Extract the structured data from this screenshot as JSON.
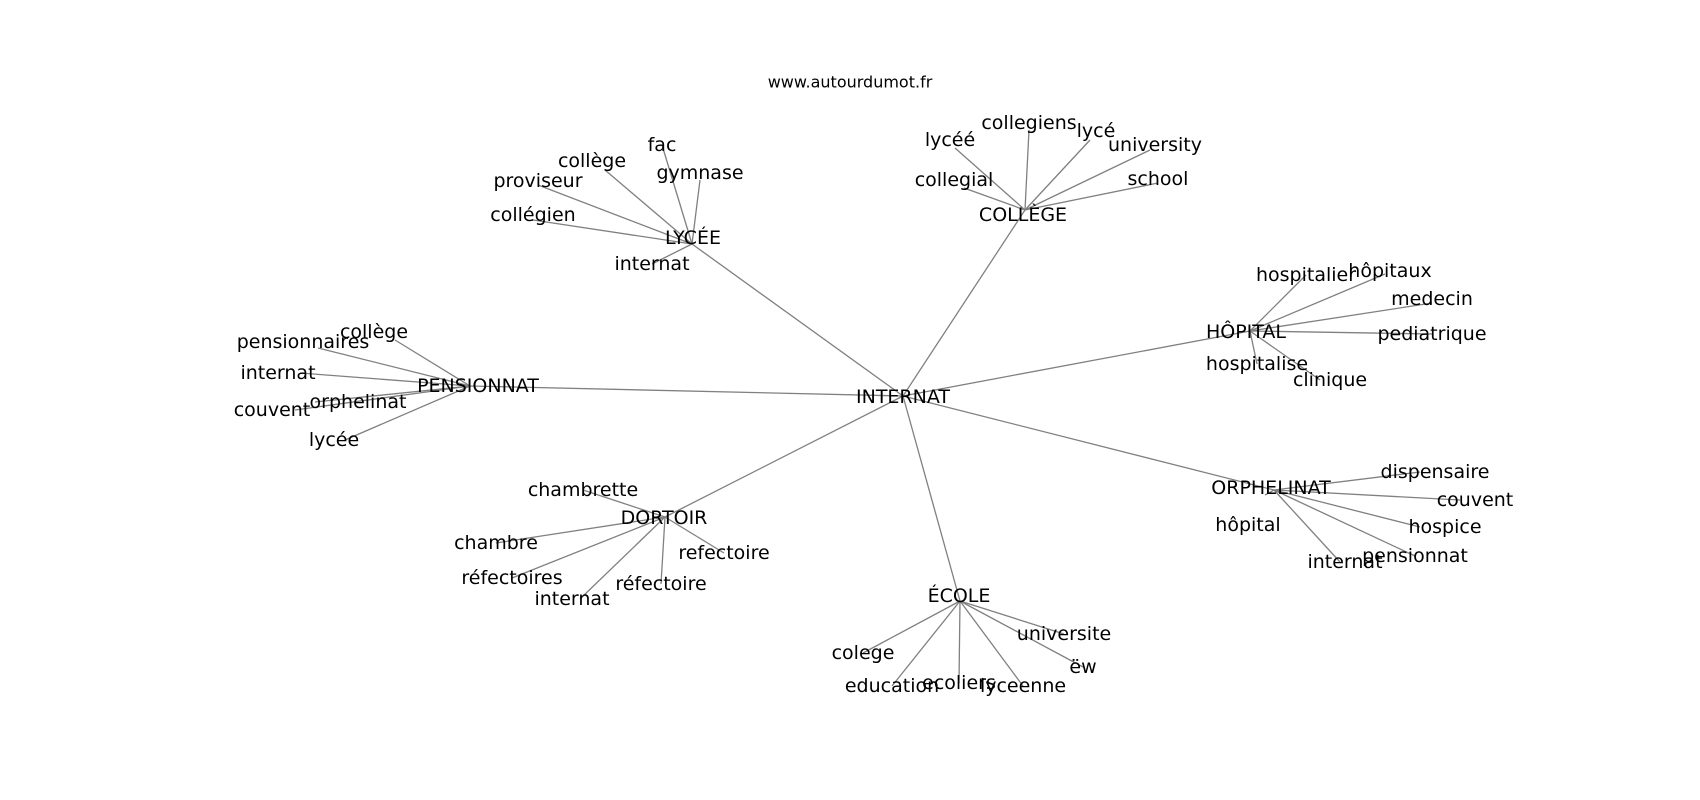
{
  "site": "www.autourdumot.fr",
  "root": "INTERNAT",
  "clusters": [
    {
      "id": "lycee",
      "label": "LYCÉE",
      "leaves": [
        "fac",
        "gymnase",
        "collège",
        "proviseur",
        "collégien",
        "internat"
      ]
    },
    {
      "id": "college",
      "label": "COLLÈGE",
      "leaves": [
        "lycéé",
        "collegiens",
        "lycé",
        "university",
        "collegial",
        "school"
      ]
    },
    {
      "id": "hopital",
      "label": "HÔPITAL",
      "leaves": [
        "hospitalier",
        "hôpitaux",
        "medecin",
        "pediatrique",
        "hospitalise",
        "clinique"
      ]
    },
    {
      "id": "pensionnat",
      "label": "PENSIONNAT",
      "leaves": [
        "collège",
        "pensionnaires",
        "internat",
        "orphelinat",
        "couvent",
        "lycée"
      ]
    },
    {
      "id": "orphelinat",
      "label": "ORPHELINAT",
      "leaves": [
        "dispensaire",
        "couvent",
        "hospice",
        "pensionnat",
        "internat",
        "hôpital"
      ]
    },
    {
      "id": "dortoir",
      "label": "DORTOIR",
      "leaves": [
        "chambrette",
        "chambre",
        "réfectoires",
        "internat",
        "réfectoire",
        "refectoire"
      ]
    },
    {
      "id": "ecole",
      "label": "ÉCOLE",
      "leaves": [
        "colege",
        "education",
        "ecoliers",
        "lyceenne",
        "universite",
        "ëw"
      ]
    }
  ]
}
